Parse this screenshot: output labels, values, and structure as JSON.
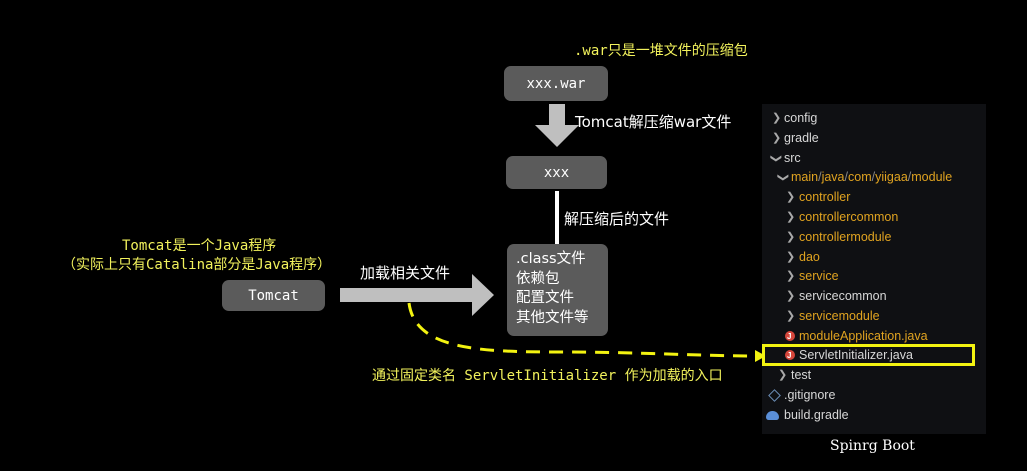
{
  "war_note": ".war只是一堆文件的压缩包",
  "war_box": "xxx.war",
  "unzip_label": "Tomcat解压缩war文件",
  "xxx_box": "xxx",
  "after_unzip_label": "解压缩后的文件",
  "content_box": {
    "lines": [
      ".class文件",
      "依赖包",
      "配置文件",
      "其他文件等"
    ]
  },
  "tomcat_note": {
    "line1": "Tomcat是一个Java程序",
    "line2": "（实际上只有Catalina部分是Java程序）"
  },
  "tomcat_box": "Tomcat",
  "load_label": "加载相关文件",
  "entry_note": "通过固定类名 ServletInitializer 作为加载的入口",
  "caption": "Spinrg Boot",
  "tree": {
    "config": "config",
    "gradle": "gradle",
    "src": "src",
    "main_path": {
      "p1": "main",
      "p2": "java",
      "p3": "com",
      "p4": "yiigaa",
      "p5": "module",
      "sep": "/"
    },
    "controller": "controller",
    "controllercommon": "controllercommon",
    "controllermodule": "controllermodule",
    "dao": "dao",
    "service": "service",
    "servicecommon": "servicecommon",
    "servicemodule": "servicemodule",
    "module_app": "moduleApplication.java",
    "servlet_init": "ServletInitializer.java",
    "test": "test",
    "gitignore": ".gitignore",
    "build_gradle": "build.gradle"
  },
  "colors": {
    "note_yellow": "#f2f25c",
    "highlight_yellow": "#f3f311",
    "box_gray": "#5b5b5b",
    "arrow_gray": "#bfbfbf",
    "package_orange": "#e0a320"
  }
}
